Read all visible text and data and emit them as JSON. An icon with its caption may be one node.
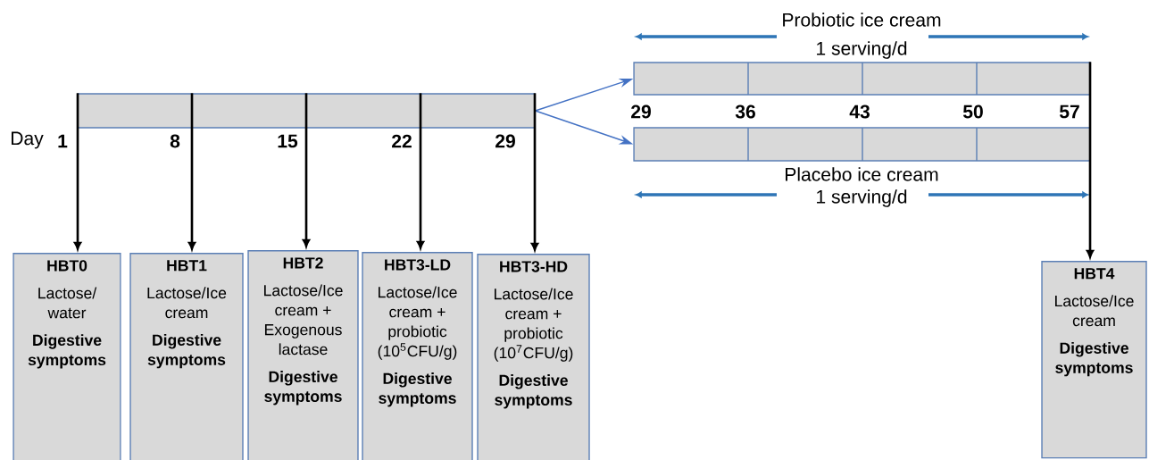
{
  "diagram": {
    "nodes": [
      {
        "text": [],
        "shape": "bar"
      },
      {
        "text": [],
        "shape": "bar",
        "beside": [
          "Probiotic ice cream",
          "1 serving/d"
        ]
      },
      {
        "text": [],
        "shape": "bar",
        "beside": [
          "Placebo ice cream",
          "1 serving/d"
        ]
      },
      {
        "text": [
          "HBT0",
          "Lactose/ water",
          "Digestive symptoms"
        ]
      },
      {
        "text": [
          "HBT1",
          "Lactose/Ice cream",
          "Digestive symptoms"
        ]
      },
      {
        "text": [
          "HBT2",
          "Lactose/Ice cream + Exogenous lactase",
          "Digestive symptoms"
        ]
      },
      {
        "text": [
          "HBT3-LD",
          "Lactose/Ice cream + probiotic (10$^{5}$CFU/g)",
          "Digestive symptoms"
        ]
      },
      {
        "text": [
          "HBT3-HD",
          "Lactose/Ice cream + probiotic (10$^{7}$CFU/g)",
          "Digestive symptoms"
        ]
      },
      {
        "text": [
          "HBT4",
          "Lactose/Ice cream",
          "Digestive symptoms"
        ]
      }
    ],
    "edges": [
      {
        "from": 0,
        "to": 1,
        "arrow": "to",
        "color": "#4472c4"
      },
      {
        "from": 0,
        "to": 2,
        "arrow": "to",
        "color": "#4472c4"
      },
      {
        "from": 0,
        "to": 3,
        "arrow": "to"
      },
      {
        "from": 0,
        "to": 4,
        "arrow": "to"
      },
      {
        "from": 0,
        "to": 5,
        "arrow": "to"
      },
      {
        "from": 0,
        "to": 6,
        "arrow": "to"
      },
      {
        "from": 0,
        "to": 7,
        "arrow": "to"
      },
      {
        "from": 1,
        "to": 8,
        "arrow": "to"
      }
    ],
    "labels": [
      "29",
      "36",
      "43",
      "50",
      "57",
      "Day",
      "1",
      "8",
      "15",
      "22",
      "29"
    ]
  }
}
